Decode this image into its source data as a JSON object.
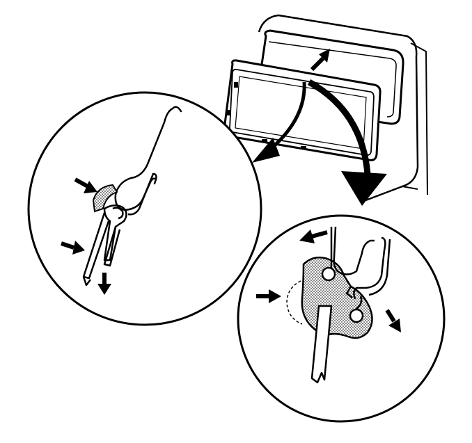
{
  "figure": {
    "type": "technical-illustration",
    "subject": "window-glass-removal-with-hook-tool",
    "callouts": [
      {
        "id": "detail-left",
        "content": "hook-tool-and-pliers-on-weatherstrip"
      },
      {
        "id": "detail-right",
        "content": "hook-tool-pulling-retainer-clip"
      }
    ],
    "colors": {
      "line": "#000000",
      "background": "#ffffff",
      "stipple": "#000000"
    }
  }
}
